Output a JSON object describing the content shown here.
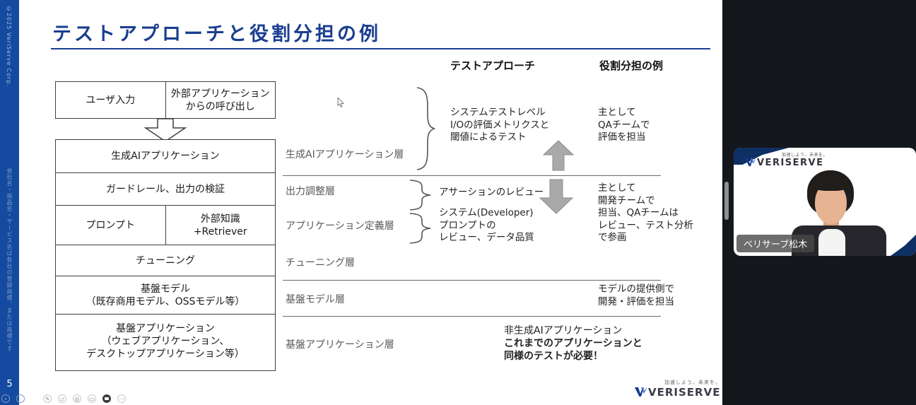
{
  "colors": {
    "sidebar_blue": "#144a9f",
    "title_blue": "#1a3e91",
    "panel_black": "#14171b",
    "navy_accent": "#0d2f63",
    "arrow_gray": "#a9a9a9"
  },
  "sidebar": {
    "copyright": "©2025 VeriServe Corp.",
    "trademark_note": "会社名・商品名・サービス名は各社の登録商標、または商標です",
    "page_number": "5"
  },
  "slide": {
    "title": "テストアプローチと役割分担の例",
    "columns": {
      "approach_header": "テストアプローチ",
      "roles_header": "役割分担の例"
    },
    "diagram": {
      "user_input": "ユーザ入力",
      "external_call": "外部アプリケーション\nからの呼び出し",
      "genai_app": "生成AIアプリケーション",
      "guardrail": "ガードレール、出力の検証",
      "prompt": "プロンプト",
      "external_knowledge": "外部知識\n+Retriever",
      "tuning": "チューニング",
      "foundation_model": "基盤モデル\n（既存商用モデル、OSSモデル等）",
      "foundation_app": "基盤アプリケーション\n（ウェブアプリケーション、\nデスクトップアプリケーション等）"
    },
    "layers": {
      "genai": "生成AIアプリケーション層",
      "output": "出力調整層",
      "appdef": "アプリケーション定義層",
      "tuning": "チューニング層",
      "model": "基盤モデル層",
      "foundation": "基盤アプリケーション層"
    },
    "approach": {
      "row1": "システムテストレベル\nI/Oの評価メトリクスと\n閾値によるテスト",
      "row2": "アサーションのレビュー",
      "row3": "システム(Developer)\nプロンプトの\nレビュー、データ品質",
      "note_line1": "非生成AIアプリケーション",
      "note_bold": "これまでのアプリケーションと\n同様のテストが必要！"
    },
    "roles": {
      "row1": "主として\nQAチームで\n評価を担当",
      "row2": "主として\n開発チームで\n担当、QAチームは\nレビュー、テスト分析\nで参画",
      "row5": "モデルの提供側で\n開発・評価を担当"
    },
    "footer": {
      "tagline": "加速しよう、未来を。",
      "brand": "VERISERVE"
    }
  },
  "presenter_toolbar": {
    "icons": [
      {
        "name": "previous-slide",
        "glyph": "‹"
      },
      {
        "name": "next-slide",
        "glyph": "›"
      },
      {
        "name": "pen",
        "glyph": "✎"
      },
      {
        "name": "highlighter",
        "glyph": "▱"
      },
      {
        "name": "magnifier",
        "glyph": "◎"
      },
      {
        "name": "subtitles",
        "glyph": "▭"
      },
      {
        "name": "camera",
        "glyph": ""
      },
      {
        "name": "more",
        "glyph": "⋯"
      }
    ]
  },
  "video": {
    "tagline": "加速しよう、未来を。",
    "brand": "VERISERVE",
    "name_tag": "ベリサーブ松木"
  }
}
